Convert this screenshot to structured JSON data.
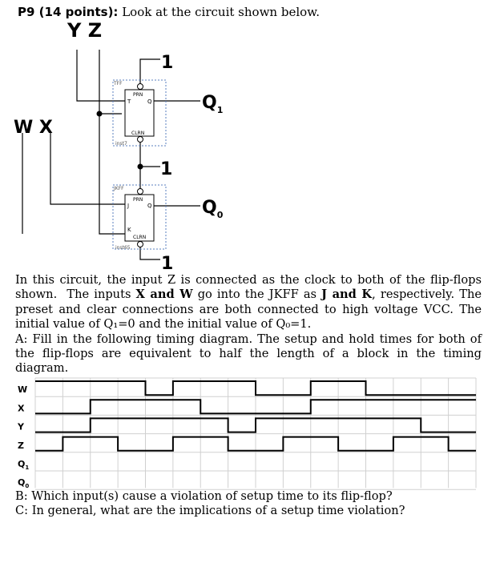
{
  "heading": {
    "problem": "P9 (14 points):",
    "instruction": "Look at the circuit shown below."
  },
  "circuit": {
    "top_inputs": "Y Z",
    "left_inputs": "W X",
    "vcc_label": "1",
    "tff": {
      "type": "TFF",
      "pins": [
        "PRN",
        "T",
        "Q",
        "CLRN"
      ],
      "instance": "inst7"
    },
    "jkff": {
      "type": "JKFF",
      "pins": [
        "PRN",
        "J",
        "Q",
        "K",
        "CLRN"
      ],
      "instance": "inst65"
    },
    "outputs": [
      {
        "name": "Q",
        "sub": "1"
      },
      {
        "name": "Q",
        "sub": "0"
      }
    ]
  },
  "paragraphs": [
    "In this circuit, the input Z is connected as the clock to both of the flip-flops shown.  The inputs X and W go into the JKFF as J and K, respectively. The preset and clear connections are both connected to high voltage VCC. The initial value of Q₁=0 and the initial value of Q₀=1.",
    "A: Fill in the following timing diagram. The setup and hold times for both of the flip-flops are equivalent to half the length of a block in the timing diagram."
  ],
  "timing": {
    "block_count": 16,
    "signals": [
      {
        "name": "W",
        "sub": "",
        "levels": [
          1,
          1,
          1,
          1,
          0,
          1,
          1,
          1,
          0,
          0,
          1,
          1,
          0,
          0,
          0,
          0
        ]
      },
      {
        "name": "X",
        "sub": "",
        "levels": [
          0,
          0,
          1,
          1,
          1,
          1,
          0,
          0,
          0,
          0,
          1,
          1,
          1,
          1,
          1,
          1
        ]
      },
      {
        "name": "Y",
        "sub": "",
        "levels": [
          0,
          0,
          1,
          1,
          1,
          1,
          1,
          0,
          1,
          1,
          1,
          1,
          1,
          1,
          0,
          0
        ]
      },
      {
        "name": "Z",
        "sub": "",
        "levels": [
          0,
          1,
          1,
          0,
          0,
          1,
          1,
          0,
          0,
          1,
          1,
          0,
          0,
          1,
          1,
          0
        ]
      },
      {
        "name": "Q",
        "sub": "1",
        "levels": []
      },
      {
        "name": "Q",
        "sub": "0",
        "levels": []
      }
    ]
  },
  "questions": [
    "B: Which input(s) cause a violation of setup time to its flip-flop?",
    "C: In general, what are the implications of a setup time violation?"
  ]
}
